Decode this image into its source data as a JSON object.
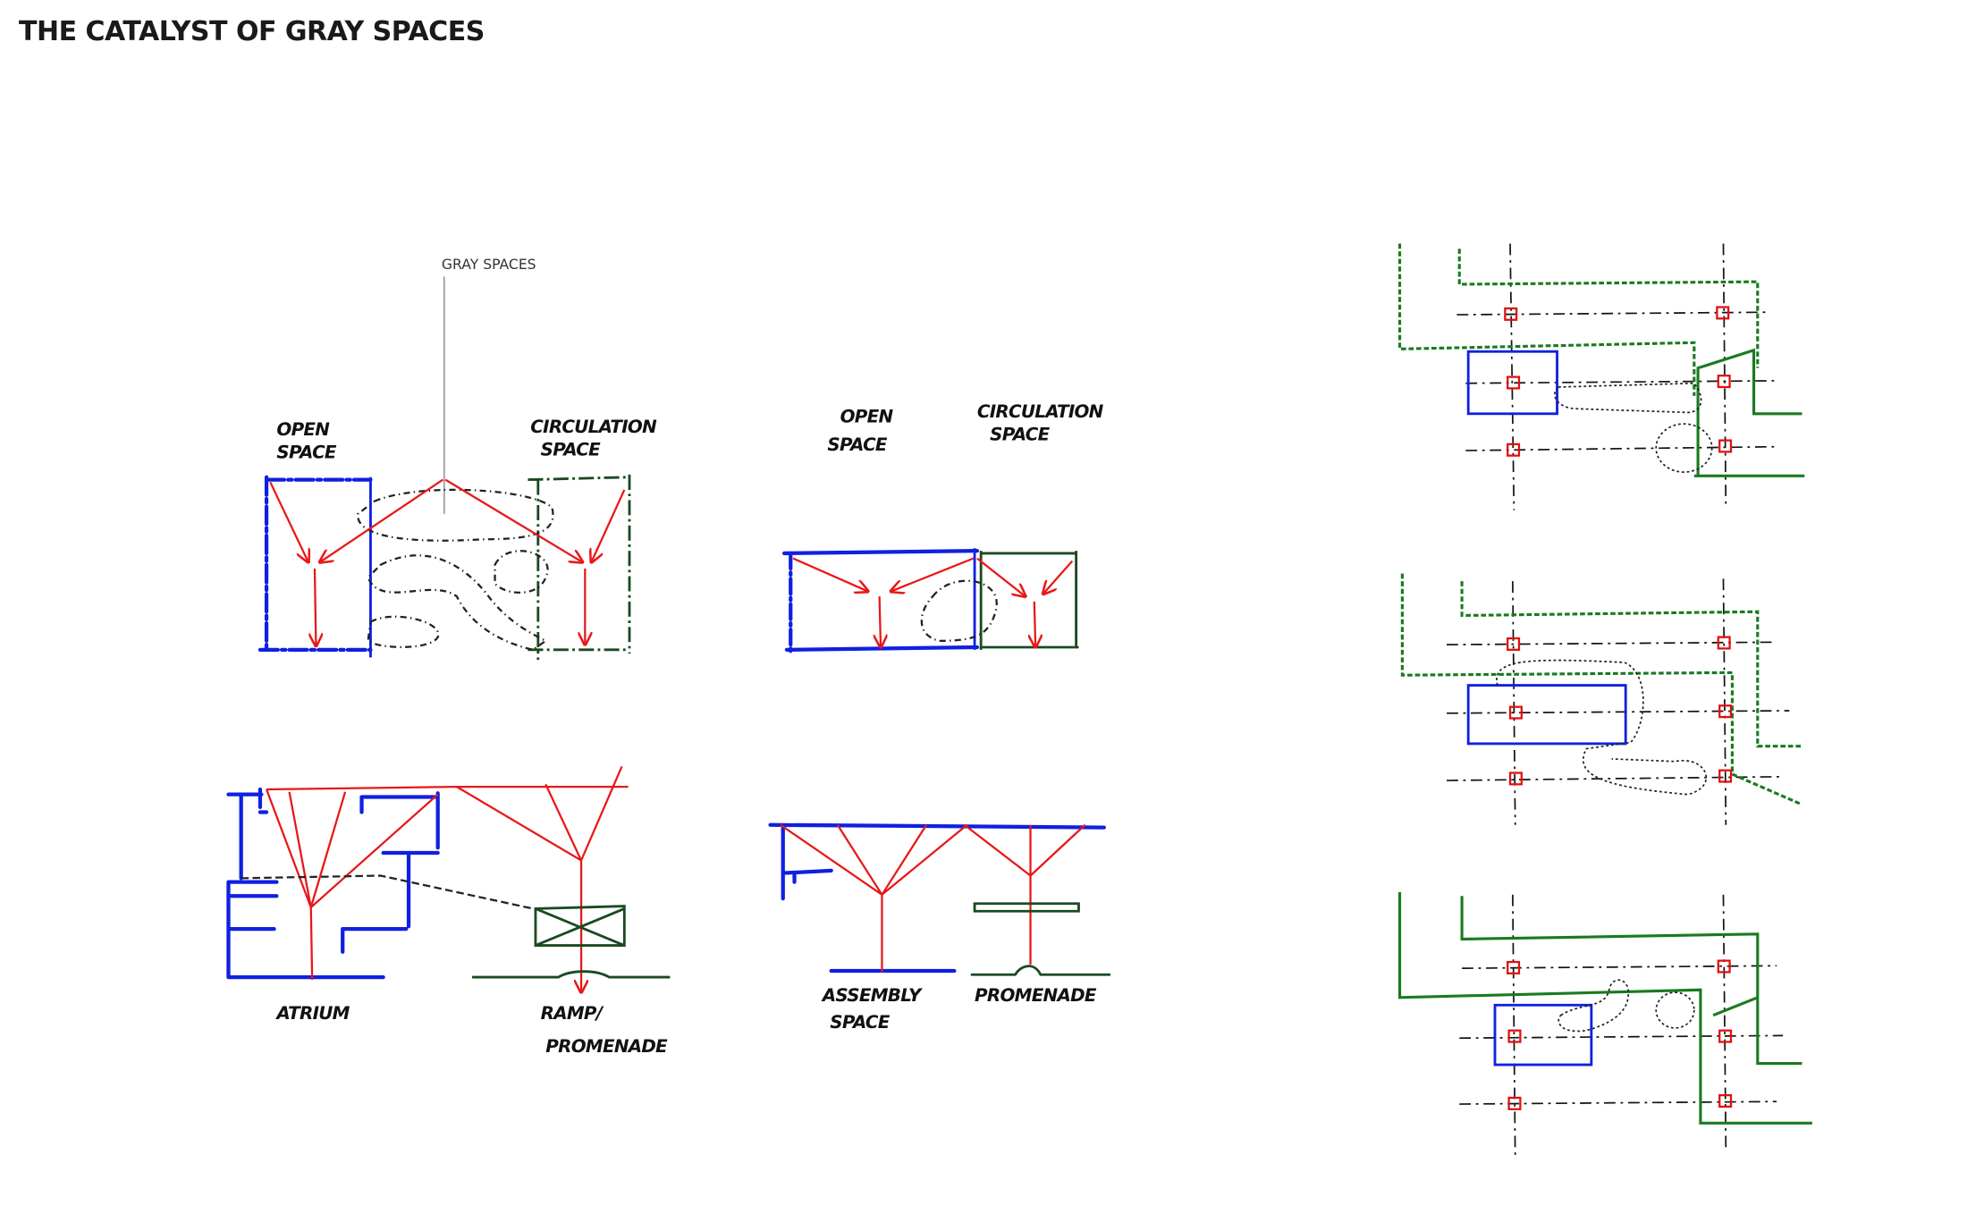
{
  "title": "THE CATALYST OF GRAY SPACES",
  "callout": "GRAY SPACES",
  "diagram1": {
    "label_left": [
      "OPEN",
      "SPACE"
    ],
    "label_right": [
      "CIRCULATION",
      "SPACE"
    ]
  },
  "diagram2": {
    "label_left": [
      "OPEN",
      "SPACE"
    ],
    "label_right": [
      "CIRCULATION",
      "SPACE"
    ]
  },
  "diagram3": {
    "label_left": "ATRIUM",
    "label_right": [
      "RAMP/",
      "PROMENADE"
    ]
  },
  "diagram4": {
    "label_left": [
      "ASSEMBLY",
      "SPACE"
    ],
    "label_right": "PROMENADE"
  },
  "colors": {
    "open_space": "#1020e0",
    "circulation": "#1a4a20",
    "movement": "#e81818",
    "gray_space": "#222222"
  }
}
